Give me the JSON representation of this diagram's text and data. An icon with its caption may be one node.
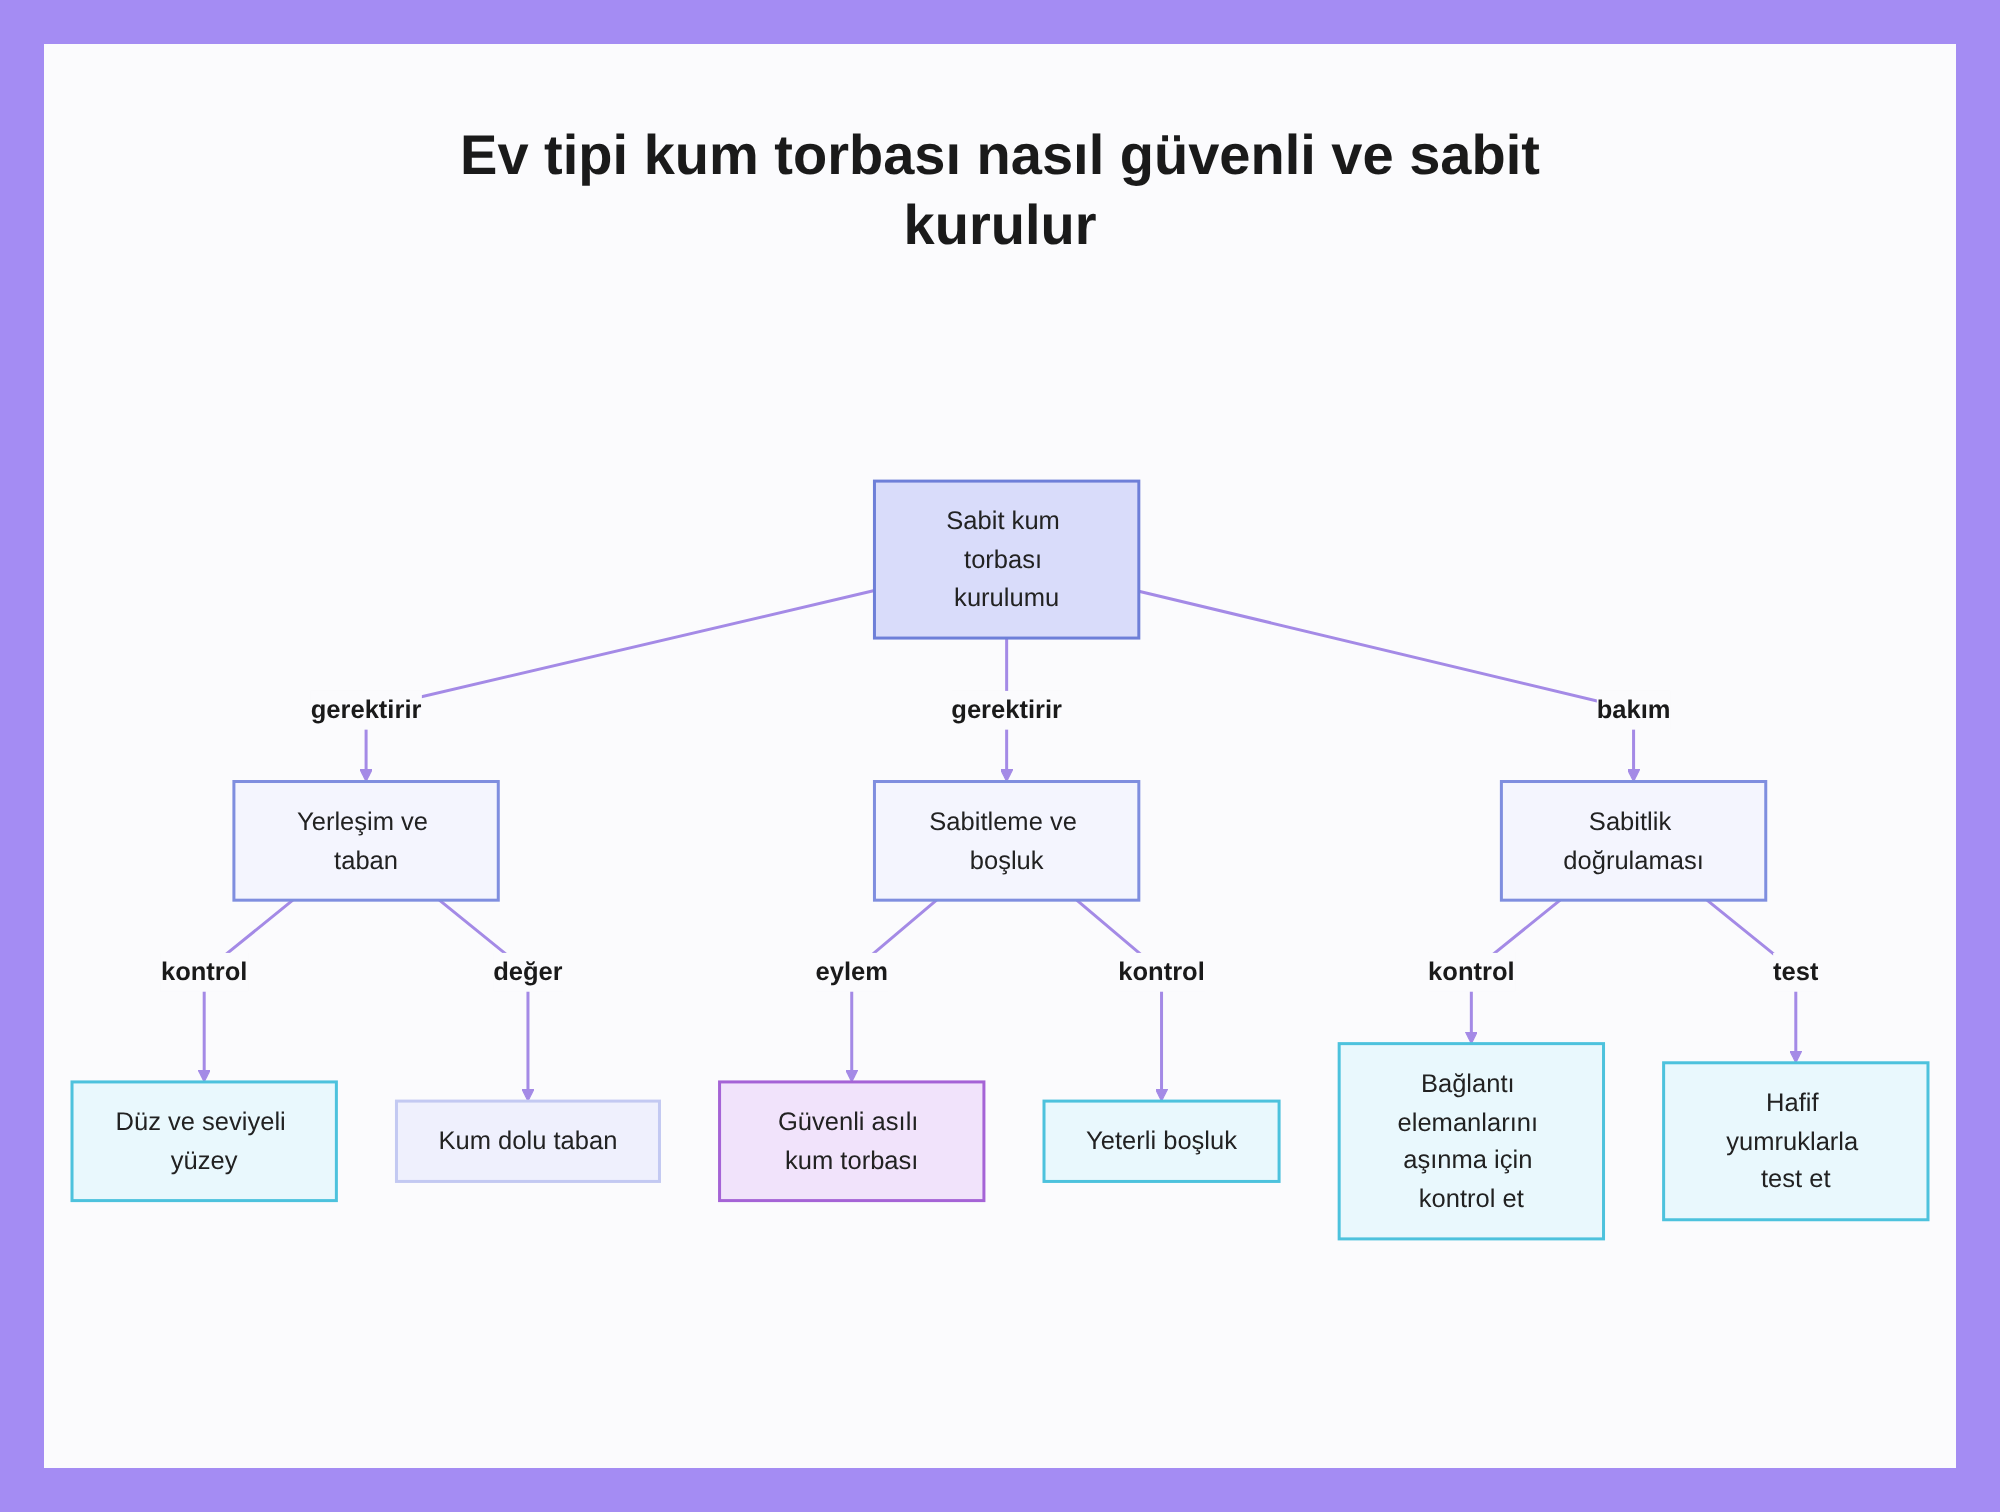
{
  "diagram": {
    "title": "Ev tipi kum torbası nasıl güvenli ve sabit kurulur",
    "nodes": [
      {
        "text": [
          "Sabit kum torbası kurulumu"
        ]
      },
      {
        "text": [
          "Yerleşim ve taban"
        ]
      },
      {
        "text": [
          "Sabitleme ve boşluk"
        ]
      },
      {
        "text": [
          "Sabitlik doğrulaması"
        ]
      },
      {
        "text": [
          "Düz ve seviyeli yüzey"
        ]
      },
      {
        "text": [
          "Kum dolu taban"
        ]
      },
      {
        "text": [
          "Güvenli asılı kum torbası"
        ]
      },
      {
        "text": [
          "Yeterli boşluk"
        ]
      },
      {
        "text": [
          "Bağlantı elemanlarını aşınma için kontrol et"
        ]
      },
      {
        "text": [
          "Hafif yumruklarla test et"
        ]
      }
    ],
    "edges": [
      {
        "from": 0,
        "to": 1,
        "label": "gerektirir",
        "arrow": "to"
      },
      {
        "from": 0,
        "to": 2,
        "label": "gerektirir",
        "arrow": "to"
      },
      {
        "from": 0,
        "to": 3,
        "label": "bakım",
        "arrow": "to"
      },
      {
        "from": 1,
        "to": 4,
        "label": "kontrol",
        "arrow": "to"
      },
      {
        "from": 1,
        "to": 5,
        "label": "değer",
        "arrow": "to"
      },
      {
        "from": 2,
        "to": 6,
        "label": "eylem",
        "arrow": "to"
      },
      {
        "from": 2,
        "to": 7,
        "label": "kontrol",
        "arrow": "to"
      },
      {
        "from": 3,
        "to": 8,
        "label": "kontrol",
        "arrow": "to"
      },
      {
        "from": 3,
        "to": 9,
        "label": "test",
        "arrow": "to"
      }
    ]
  }
}
